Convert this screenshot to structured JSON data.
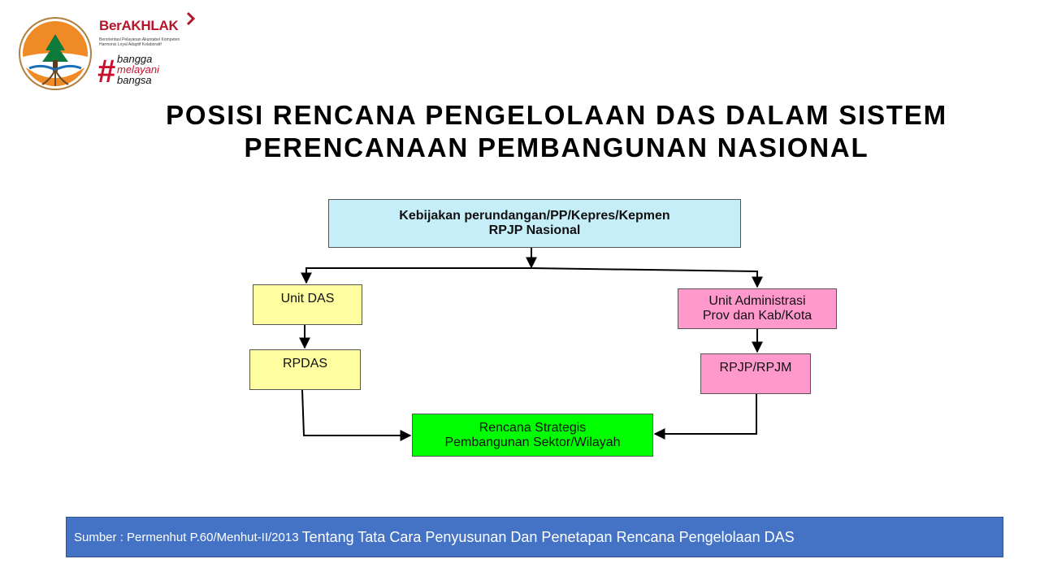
{
  "logo": {
    "brand_name": "BerAKHLAK",
    "brand_tagline_1": "Berorientasi Pelayanan Akuntabel Kompeten",
    "brand_tagline_2": "Harmonis Loyal Adaptif Kolaboratif",
    "hashtag_1": "bangga",
    "hashtag_2": "melayani",
    "hashtag_3": "bangsa",
    "icons": [
      "ministry-emblem-icon",
      "berakhlak-chevron-icon"
    ]
  },
  "title": {
    "line1": "POSISI RENCANA PENGELOLAAN DAS DALAM SISTEM",
    "line2": "PERENCANAAN PEMBANGUNAN NASIONAL"
  },
  "diagram": {
    "top_box": {
      "line1": "Kebijakan perundangan/PP/Kepres/Kepmen",
      "line2": "RPJP Nasional",
      "color": "#c6eef8"
    },
    "unit_das": {
      "label": "Unit DAS",
      "color": "#fefea0"
    },
    "rpdas": {
      "label": "RPDAS",
      "color": "#fefea0"
    },
    "unit_admin": {
      "line1": "Unit Administrasi",
      "line2": "Prov dan Kab/Kota",
      "color": "#ff99cc"
    },
    "rpjp_rpjm": {
      "label": "RPJP/RPJM",
      "color": "#ff99cc"
    },
    "renstra": {
      "line1": "Rencana Strategis",
      "line2": "Pembangunan Sektor/Wilayah",
      "color": "#00ff00"
    }
  },
  "footer": {
    "source_prefix": "Sumber : Permenhut P.60/Menhut-II/2013",
    "source_rest": "Tentang Tata Cara Penyusunan Dan Penetapan Rencana Pengelolaan DAS",
    "color": "#4472c4"
  }
}
